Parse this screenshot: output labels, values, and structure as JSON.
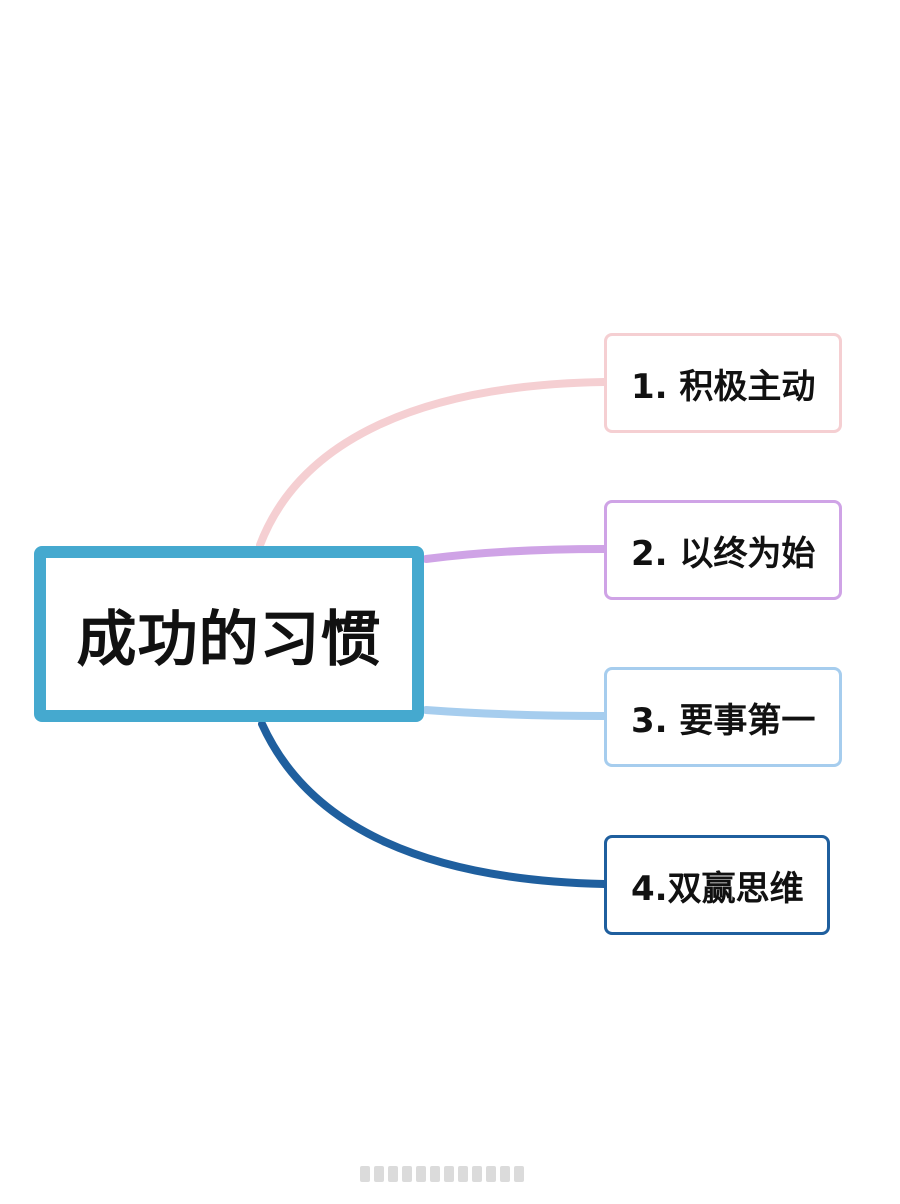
{
  "diagram": {
    "root": {
      "label": "成功的习惯",
      "border_color": "#45a9cf"
    },
    "branches": [
      {
        "label": "1. 积极主动",
        "color": "#f5cfd2"
      },
      {
        "label": "2. 以终为始",
        "color": "#cfa3e6"
      },
      {
        "label": "3. 要事第一",
        "color": "#a6cdee"
      },
      {
        "label": "4.双赢思维",
        "color": "#1f5f9e"
      }
    ]
  }
}
